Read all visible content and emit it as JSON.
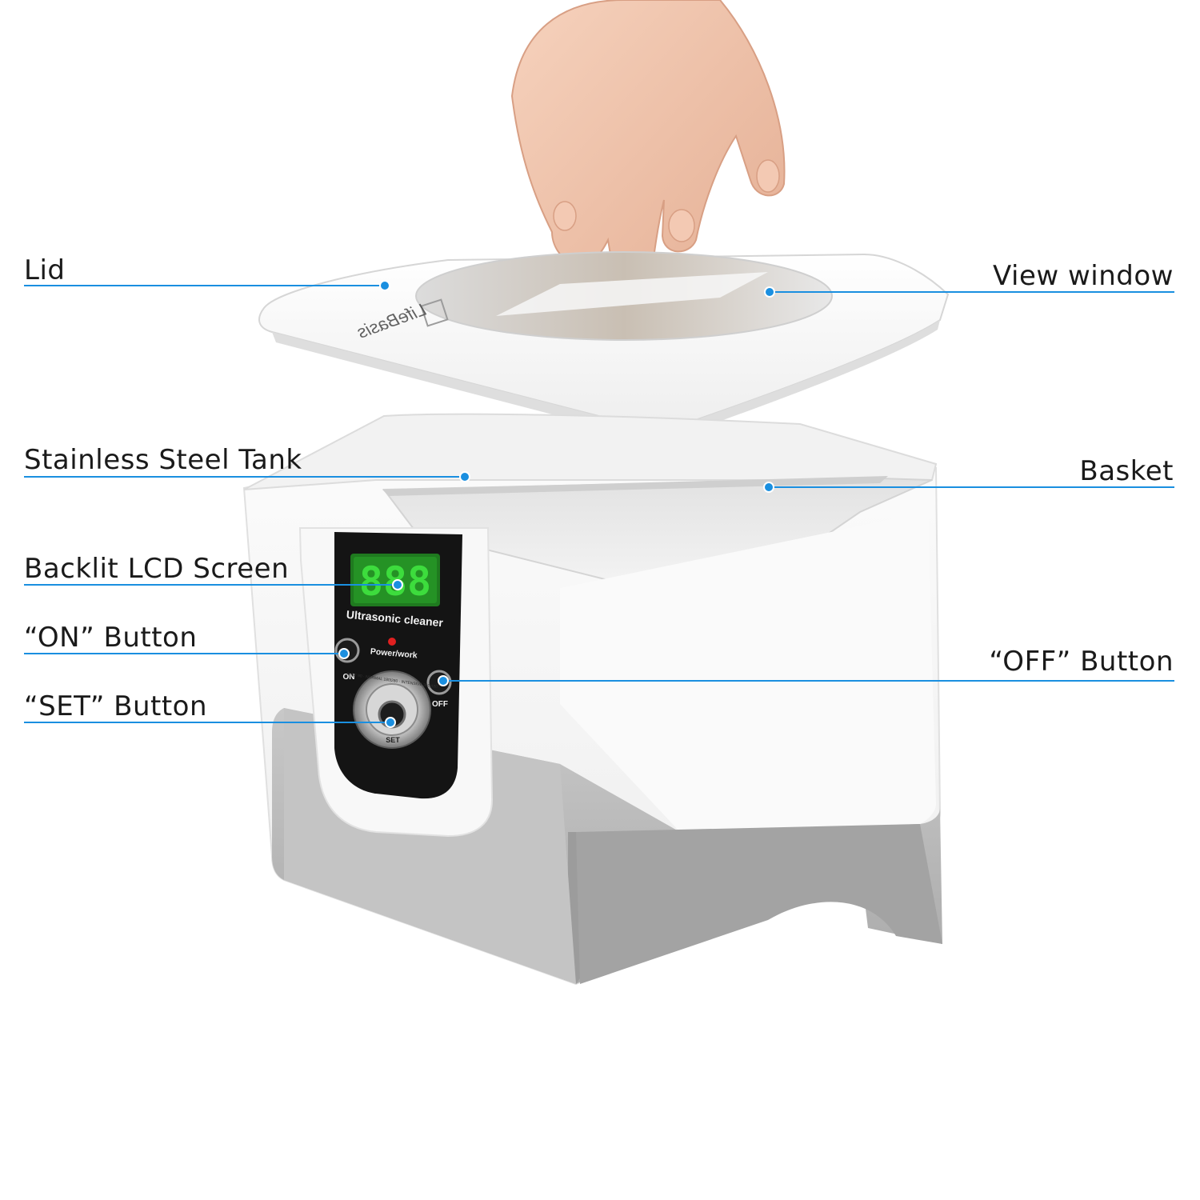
{
  "product": {
    "brand_logo": "LifeBasis",
    "panel_title": "Ultrasonic cleaner",
    "indicator_label": "Power/work",
    "display_digits": "888",
    "on_text": "ON",
    "off_text": "OFF",
    "set_text": "SET",
    "dial_text": "FAST 90 · NORMAL 180|280 · INTENSIVE 360|480"
  },
  "callouts": {
    "lid": "Lid",
    "view_window": "View window",
    "tank": "Stainless Steel Tank",
    "basket": "Basket",
    "lcd": "Backlit LCD Screen",
    "on_button": "“ON” Button",
    "off_button": "“OFF” Button",
    "set_button": "“SET” Button"
  },
  "colors": {
    "callout_line": "#1a8fe0",
    "callout_dot": "#1a8fe0",
    "lcd_digits": "#3ddc3d",
    "panel": "#141414",
    "body_white": "#f4f4f4",
    "base_gray": "#b9b9b9"
  }
}
